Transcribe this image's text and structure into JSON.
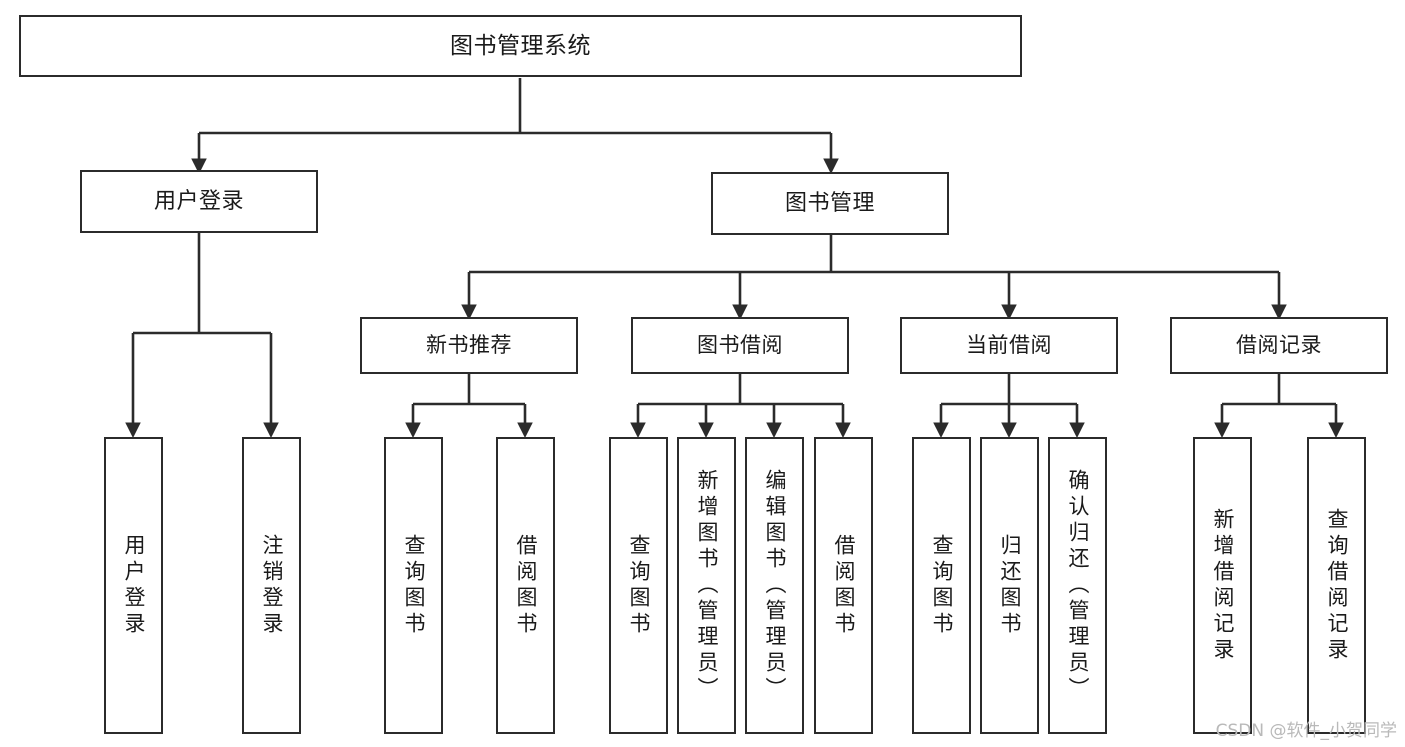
{
  "diagram": {
    "title": "图书管理系统",
    "stroke_color": "#2b2b2b",
    "text_color": "#1a1a1a",
    "background_color": "#ffffff",
    "root": {
      "label": "图书管理系统"
    },
    "level2": [
      {
        "label": "用户登录"
      },
      {
        "label": "图书管理"
      }
    ],
    "level3": [
      {
        "label": "新书推荐"
      },
      {
        "label": "图书借阅"
      },
      {
        "label": "当前借阅"
      },
      {
        "label": "借阅记录"
      }
    ],
    "leaves": {
      "user_login": [
        {
          "label": "用户登录"
        },
        {
          "label": "注销登录"
        }
      ],
      "new_book_recommend": [
        {
          "label": "查询图书"
        },
        {
          "label": "借阅图书"
        }
      ],
      "book_borrow": [
        {
          "label": "查询图书"
        },
        {
          "label": "新增图书（管理员）"
        },
        {
          "label": "编辑图书（管理员）"
        },
        {
          "label": "借阅图书"
        }
      ],
      "current_borrow": [
        {
          "label": "查询图书"
        },
        {
          "label": "归还图书"
        },
        {
          "label": "确认归还（管理员）"
        }
      ],
      "borrow_record": [
        {
          "label": "新增借阅记录"
        },
        {
          "label": "查询借阅记录"
        }
      ]
    }
  },
  "watermark": {
    "text": "CSDN @软件_小贺同学",
    "color": "#b9b9b9"
  }
}
